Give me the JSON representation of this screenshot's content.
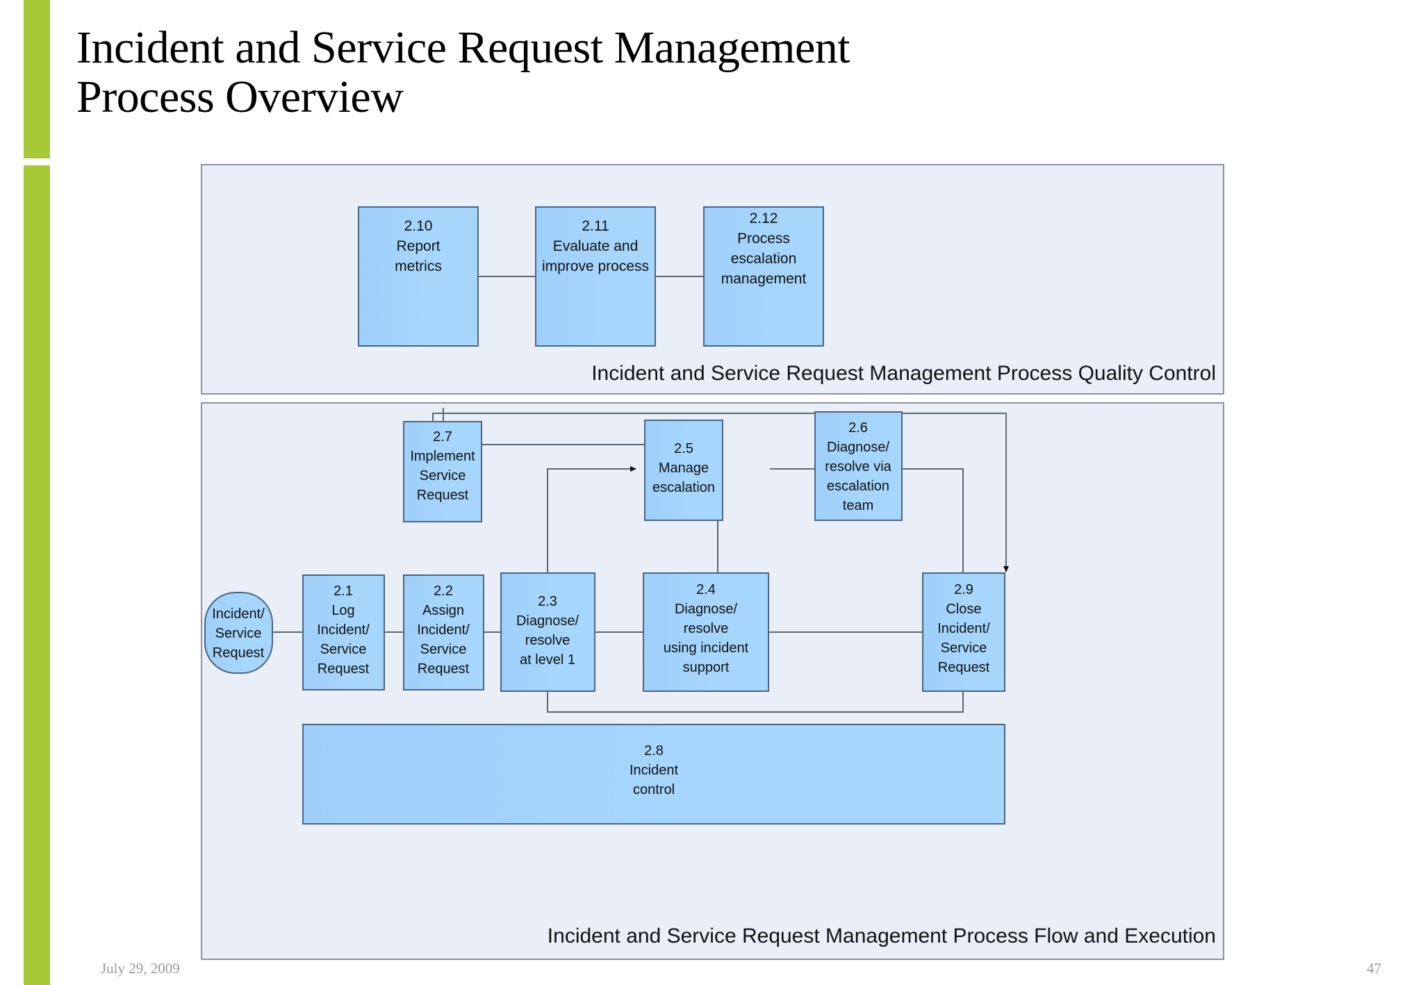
{
  "slide": {
    "title": "Incident and Service Request Management\nProcess Overview",
    "accent_color": "#A6C937",
    "footer": {
      "date": "July 29, 2009",
      "page_number": "47"
    }
  },
  "diagram": {
    "box_fill": "#A3D4FB",
    "box_stroke": "#4D6580",
    "panel_fill": "#EAEFF7",
    "panel_stroke": "#8893A3",
    "connector_color": "#5A6673",
    "panels": [
      {
        "id": "quality-control",
        "label": "Incident and Service Request Management Process Quality Control"
      },
      {
        "id": "flow-execution",
        "label": "Incident and Service Request Management Process Flow and Execution"
      }
    ],
    "nodes": [
      {
        "id": "2.10",
        "number": "2.10",
        "lines": [
          "Report",
          "metrics"
        ],
        "shape": "rect",
        "panel": "quality-control"
      },
      {
        "id": "2.11",
        "number": "2.11",
        "lines": [
          "Evaluate and",
          "improve process"
        ],
        "shape": "rect",
        "panel": "quality-control"
      },
      {
        "id": "2.12",
        "number": "2.12",
        "lines": [
          "Process",
          "escalation",
          "management"
        ],
        "shape": "rect",
        "panel": "quality-control"
      },
      {
        "id": "start",
        "number": "",
        "lines": [
          "Incident/",
          "Service",
          "Request"
        ],
        "shape": "terminator",
        "panel": "flow-execution"
      },
      {
        "id": "2.1",
        "number": "2.1",
        "lines": [
          "Log",
          "Incident/",
          "Service",
          "Request"
        ],
        "shape": "rect",
        "panel": "flow-execution"
      },
      {
        "id": "2.2",
        "number": "2.2",
        "lines": [
          "Assign",
          "Incident/",
          "Service",
          "Request"
        ],
        "shape": "rect",
        "panel": "flow-execution"
      },
      {
        "id": "2.3",
        "number": "2.3",
        "lines": [
          "Diagnose/",
          "resolve",
          "at level 1"
        ],
        "shape": "rect",
        "panel": "flow-execution"
      },
      {
        "id": "2.4",
        "number": "2.4",
        "lines": [
          "Diagnose/",
          "resolve",
          "using incident",
          "support"
        ],
        "shape": "rect",
        "panel": "flow-execution"
      },
      {
        "id": "2.5",
        "number": "2.5",
        "lines": [
          "Manage",
          "escalation"
        ],
        "shape": "rect",
        "panel": "flow-execution"
      },
      {
        "id": "2.6",
        "number": "2.6",
        "lines": [
          "Diagnose/",
          "resolve via",
          "escalation",
          "team"
        ],
        "shape": "rect",
        "panel": "flow-execution"
      },
      {
        "id": "2.7",
        "number": "2.7",
        "lines": [
          "Implement",
          "Service",
          "Request"
        ],
        "shape": "rect",
        "panel": "flow-execution"
      },
      {
        "id": "2.8",
        "number": "2.8",
        "lines": [
          "Incident",
          "control"
        ],
        "shape": "rect",
        "panel": "flow-execution"
      },
      {
        "id": "2.9",
        "number": "2.9",
        "lines": [
          "Close",
          "Incident/",
          "Service",
          "Request"
        ],
        "shape": "rect",
        "panel": "flow-execution"
      }
    ],
    "edges": [
      {
        "from": "2.10",
        "to": "2.11",
        "arrow": false
      },
      {
        "from": "2.11",
        "to": "2.12",
        "arrow": false
      },
      {
        "from": "start",
        "to": "2.1",
        "arrow": false
      },
      {
        "from": "2.1",
        "to": "2.2",
        "arrow": false
      },
      {
        "from": "2.2",
        "to": "2.3",
        "arrow": false
      },
      {
        "from": "2.3",
        "to": "2.4",
        "arrow": false
      },
      {
        "from": "2.4",
        "to": "2.9",
        "arrow": false
      },
      {
        "from": "2.2",
        "to": "2.7",
        "arrow": false
      },
      {
        "from": "2.7",
        "to": "2.5",
        "arrow": false
      },
      {
        "from": "2.3",
        "to": "2.5",
        "arrow": true
      },
      {
        "from": "2.4",
        "to": "2.5",
        "arrow": true
      },
      {
        "from": "2.5",
        "to": "2.6",
        "arrow": false
      },
      {
        "from": "2.6",
        "to": "2.9",
        "arrow": false
      },
      {
        "from": "2.7",
        "to": "2.9",
        "arrow": true
      },
      {
        "from": "2.9",
        "to": "2.3",
        "arrow": false
      }
    ]
  }
}
